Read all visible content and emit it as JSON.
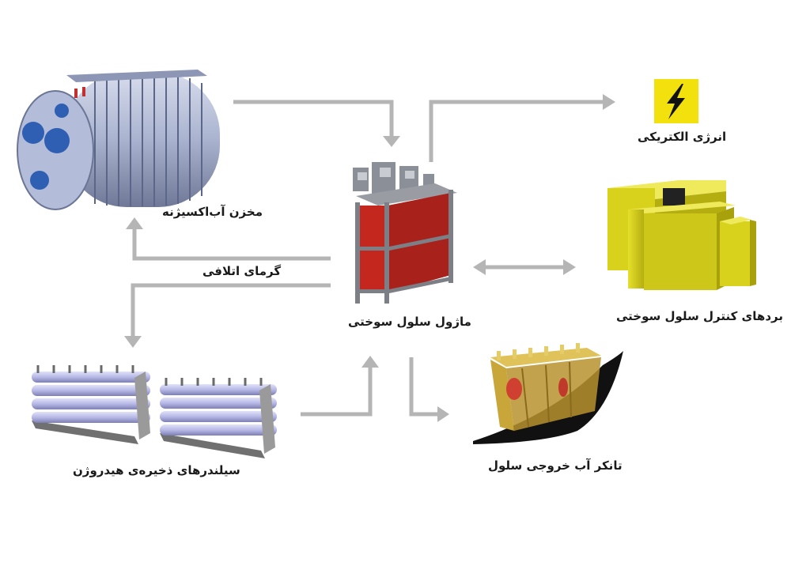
{
  "labels": {
    "oxygen_tank": "مخزن آب‌اکسیژنه",
    "waste_heat": "گرمای اتلافی",
    "fuel_cell_module": "ماژول سلول سوختی",
    "electric_energy": "انرژی الکتریکی",
    "control_boards": "بردهای کنترل سلول سوختی",
    "hydrogen_cylinders": "سیلندرهای ذخیره‌ی هیدروژن",
    "water_tank": "تانکر آب خروجی سلول"
  },
  "colors": {
    "arrow": "#b5b5b5",
    "tank_body": "#a9b3cf",
    "tank_port": "#2f5fb3",
    "module_panel": "#c4271e",
    "module_frame": "#7d7f86",
    "control_yellow": "#d8d21c",
    "electric_bg": "#f2e10d",
    "cylinder": "#b7b8e6",
    "water_tank_yellow": "#c9a63a",
    "hull_black": "#111111"
  },
  "icons": {
    "electric": "lightning-bolt-icon"
  }
}
